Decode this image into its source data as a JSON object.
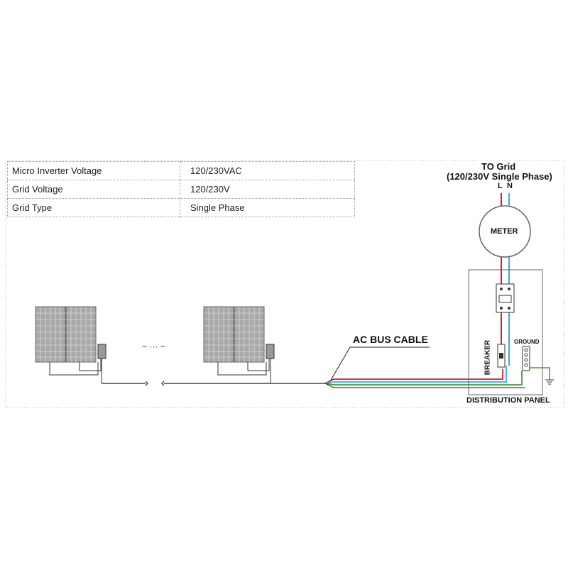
{
  "specs": {
    "rows": [
      {
        "label": "Micro Inverter Voltage",
        "value": "120/230VAC"
      },
      {
        "label": "Grid  Voltage",
        "value": "120/230V"
      },
      {
        "label": "Grid Type",
        "value": "Single Phase"
      }
    ]
  },
  "labels": {
    "to_grid": "TO Grid",
    "grid_phase": "(120/230V Single Phase)",
    "line": "L",
    "neutral": "N",
    "meter": "METER",
    "breaker": "BREAKER",
    "ground": "GROUND",
    "distribution_panel": "DISTRIBUTION PANEL",
    "ac_bus_cable": "AC BUS CABLE",
    "ellipsis": "~ ··· ~"
  },
  "colors": {
    "line_wire": "#c0282d",
    "neutral_wire": "#3fa9d8",
    "ground_wire": "#4a9a3a",
    "bus_wire": "#222222",
    "panel_fill": "#a9a9a9"
  }
}
